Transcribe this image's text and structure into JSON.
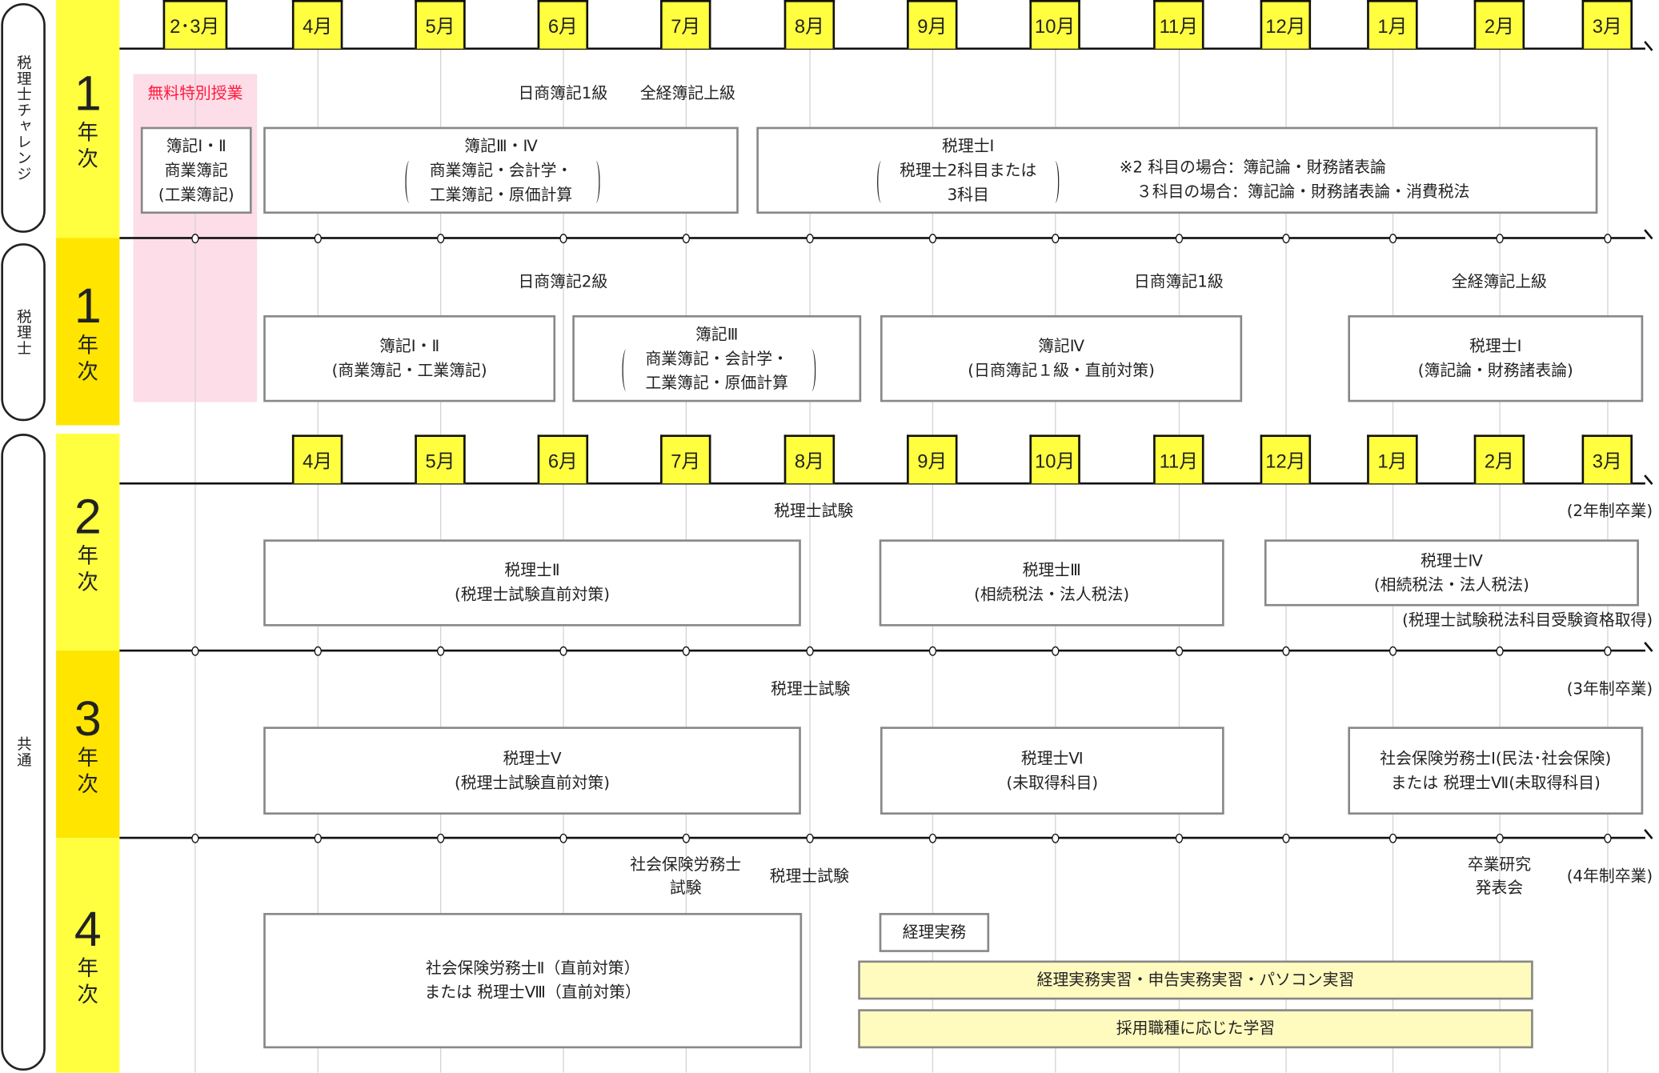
{
  "groups": {
    "challenge": "税理士チャレンジ",
    "zeirishi": "税理士",
    "common": "共通"
  },
  "years": [
    {
      "num": "1",
      "suffix1": "年",
      "suffix2": "次"
    },
    {
      "num": "1",
      "suffix1": "年",
      "suffix2": "次"
    },
    {
      "num": "2",
      "suffix1": "年",
      "suffix2": "次"
    },
    {
      "num": "3",
      "suffix1": "年",
      "suffix2": "次"
    },
    {
      "num": "4",
      "suffix1": "年",
      "suffix2": "次"
    }
  ],
  "months_top": [
    "2･3月",
    "4月",
    "5月",
    "6月",
    "7月",
    "8月",
    "9月",
    "10月",
    "11月",
    "12月",
    "1月",
    "2月",
    "3月"
  ],
  "months_second": [
    "4月",
    "5月",
    "6月",
    "7月",
    "8月",
    "9月",
    "10月",
    "11月",
    "12月",
    "1月",
    "2月",
    "3月"
  ],
  "colors": {
    "light_yellow": "#ffff40",
    "dark_yellow": "#ffe500",
    "pink": "#fddde8",
    "red": "#ff1a3c",
    "practice_fill": "#fffbbf"
  },
  "row1": {
    "special": "無料特別授業",
    "exam1": "日商簿記1級",
    "exam2": "全経簿記上級",
    "box1": [
      "簿記Ⅰ・Ⅱ",
      "商業簿記",
      "(工業簿記)"
    ],
    "box2": [
      "簿記Ⅲ・Ⅳ",
      "商業簿記・会計学・",
      "工業簿記・原価計算"
    ],
    "box3": [
      "税理士Ⅰ",
      "税理士2科目または",
      "3科目"
    ],
    "note": [
      "※2 科目の場合：簿記論・財務諸表論",
      "３科目の場合：簿記論・財務諸表論・消費税法"
    ]
  },
  "row2": {
    "exam1": "日商簿記2級",
    "exam2": "日商簿記1級",
    "exam3": "全経簿記上級",
    "box1": [
      "簿記Ⅰ・Ⅱ",
      "(商業簿記・工業簿記)"
    ],
    "box2": [
      "簿記Ⅲ",
      "商業簿記・会計学・",
      "工業簿記・原価計算"
    ],
    "box3": [
      "簿記Ⅳ",
      "(日商簿記１級・直前対策)"
    ],
    "box4": [
      "税理士Ⅰ",
      "(簿記論・財務諸表論)"
    ]
  },
  "row3": {
    "exam": "税理士試験",
    "grad": "(2年制卒業)",
    "box1": [
      "税理士Ⅱ",
      "(税理士試験直前対策)"
    ],
    "box2": [
      "税理士Ⅲ",
      "(相続税法・法人税法)"
    ],
    "box3": [
      "税理士Ⅳ",
      "(相続税法・法人税法)"
    ],
    "qual": "(税理士試験税法科目受験資格取得)"
  },
  "row4": {
    "exam": "税理士試験",
    "grad": "(3年制卒業)",
    "box1": [
      "税理士Ⅴ",
      "(税理士試験直前対策)"
    ],
    "box2": [
      "税理士Ⅵ",
      "(未取得科目)"
    ],
    "box3": [
      "社会保険労務士Ⅰ(民法･社会保険)",
      "または 税理士Ⅶ(未取得科目)"
    ]
  },
  "row5": {
    "exam_sr": [
      "社会保険労務士",
      "試験"
    ],
    "exam": "税理士試験",
    "research": [
      "卒業研究",
      "発表会"
    ],
    "grad": "(4年制卒業)",
    "box1": [
      "社会保険労務士Ⅱ（直前対策）",
      "または 税理士Ⅷ（直前対策）"
    ],
    "box2": "経理実務",
    "bar1": "経理実務実習・申告実務実習・パソコン実習",
    "bar2": "採用職種に応じた学習"
  }
}
